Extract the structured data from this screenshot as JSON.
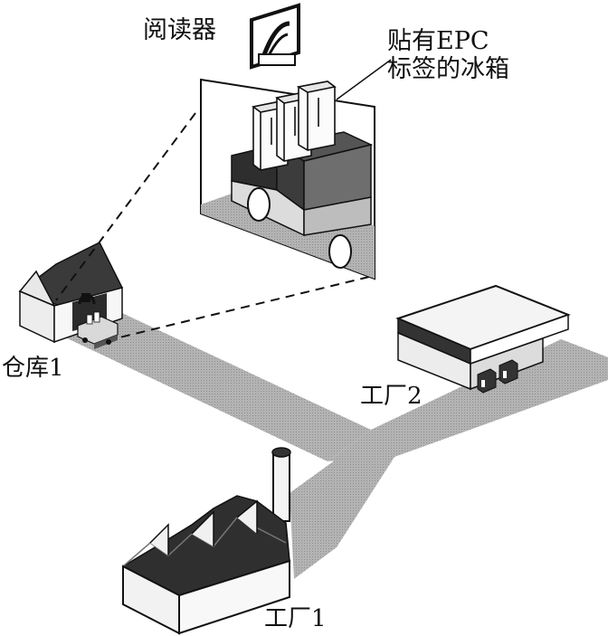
{
  "labels": {
    "reader": "阅读器",
    "fridge_line1": "贴有EPC",
    "fridge_line2": "标签的冰箱",
    "warehouse": "仓库1",
    "factory2": "工厂2",
    "factory1": "工厂1"
  },
  "colors": {
    "road": "#a9a9a9",
    "roof_dark": "#3a3a3a",
    "wall_light": "#f2f2f2",
    "outline": "#111111"
  },
  "icons": [
    "rfid-reader-icon",
    "refrigerator-icon",
    "truck-icon",
    "house-icon",
    "factory-icon",
    "chimney-icon"
  ]
}
